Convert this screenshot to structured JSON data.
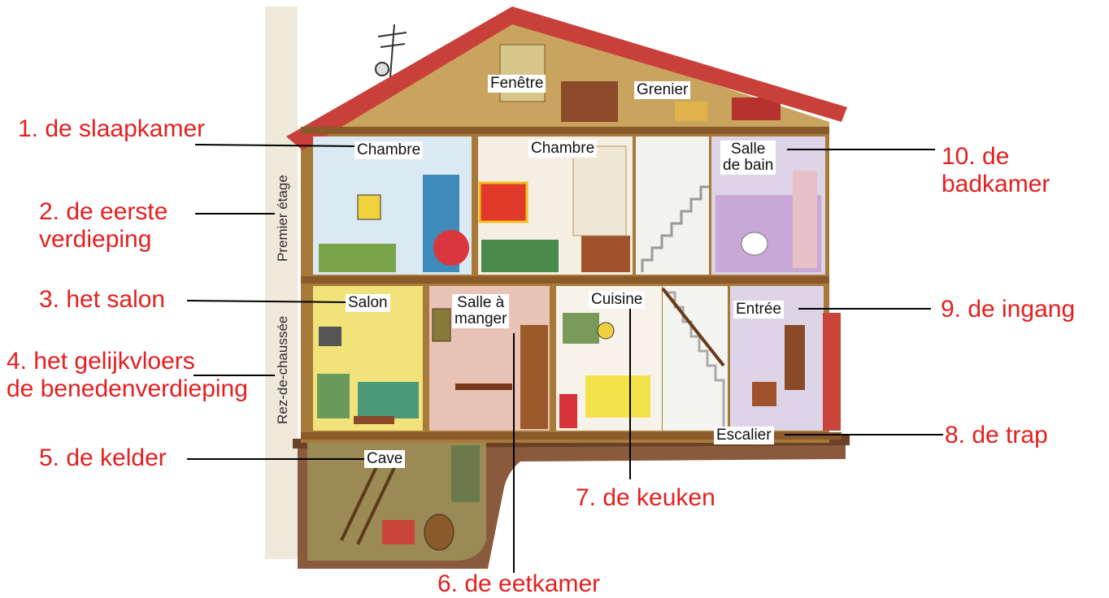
{
  "colors": {
    "label_red": "#e41f1f",
    "roof_tile": "#c9403a",
    "wall_frame": "#a87a3a",
    "ground": "#8a5a3c",
    "sky_blue_room": "#dbe9f2",
    "yellow_room": "#f1e27a",
    "pink_room": "#e8c3b6",
    "lilac_room": "#ddd4e8",
    "attic": "#c9a45e",
    "cellar": "#9b8a55"
  },
  "room_labels": {
    "attic_window": "Fenêtre",
    "attic": "Grenier",
    "bedroom_1": "Chambre",
    "bedroom_2": "Chambre",
    "bathroom": "Salle\nde bain",
    "living_room": "Salon",
    "dining_room": "Salle à\nmanger",
    "kitchen": "Cuisine",
    "entrance": "Entrée",
    "stairs": "Escalier",
    "cellar": "Cave"
  },
  "floor_labels": {
    "first_floor": "Premier étage",
    "ground_floor": "Rez-de-chaussée"
  },
  "translations": [
    {
      "text": "1. de slaapkamer"
    },
    {
      "text": "2. de eerste\nverdieping"
    },
    {
      "text": "3. het salon"
    },
    {
      "text": "4. het gelijkvloers\nde benedenverdieping"
    },
    {
      "text": "5. de kelder"
    },
    {
      "text": "6. de eetkamer"
    },
    {
      "text": "7. de keuken"
    },
    {
      "text": "8. de trap"
    },
    {
      "text": "9. de ingang"
    },
    {
      "text": "10. de\nbadkamer"
    }
  ]
}
